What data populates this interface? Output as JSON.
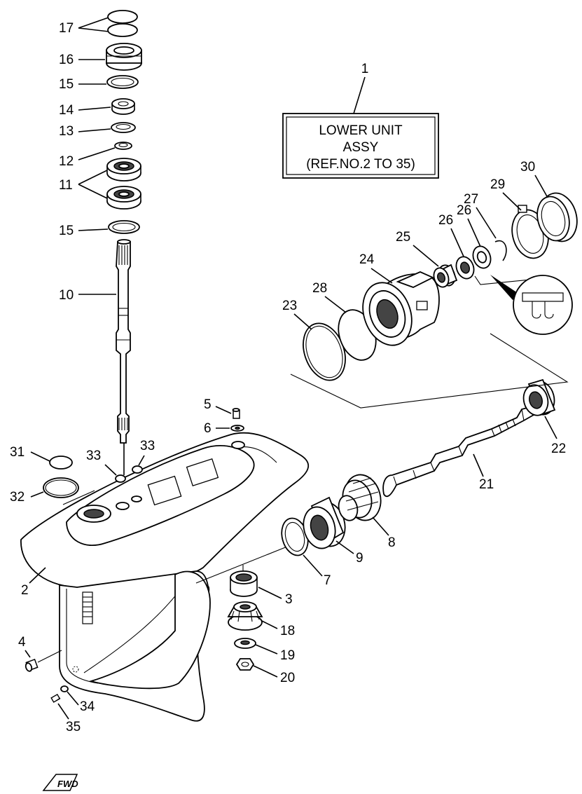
{
  "title_box": {
    "number": "1",
    "line1": "LOWER UNIT",
    "line2": "ASSY",
    "line3": "(REF.NO.2 TO 35)"
  },
  "part_labels": {
    "p17": "17",
    "p16": "16",
    "p15a": "15",
    "p14": "14",
    "p13": "13",
    "p12": "12",
    "p11": "11",
    "p15b": "15",
    "p10": "10",
    "p5": "5",
    "p6": "6",
    "p33a": "33",
    "p33b": "33",
    "p31": "31",
    "p32": "32",
    "p2": "2",
    "p4": "4",
    "p34": "34",
    "p35": "35",
    "p3": "3",
    "p18": "18",
    "p19": "19",
    "p20": "20",
    "p7": "7",
    "p9": "9",
    "p8": "8",
    "p21": "21",
    "p22": "22",
    "p23": "23",
    "p28": "28",
    "p24": "24",
    "p25": "25",
    "p26a": "26",
    "p26b": "26",
    "p27": "27",
    "p29": "29",
    "p30": "30"
  },
  "footer": {
    "logo_text": "FWD"
  },
  "colors": {
    "line": "#000000",
    "background": "#ffffff"
  }
}
